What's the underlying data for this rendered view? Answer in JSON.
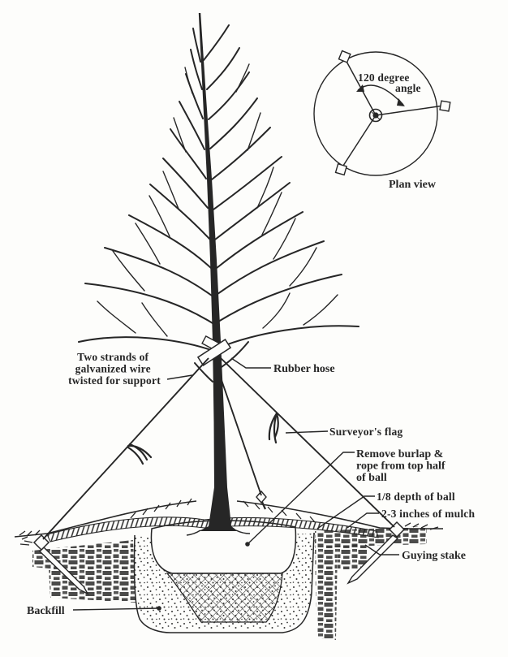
{
  "colors": {
    "paper": "#fdfdfb",
    "ink": "#262626"
  },
  "plan_view": {
    "angle_line1": "120 degree",
    "angle_line2": "angle",
    "caption": "Plan view"
  },
  "labels": {
    "wire_line1": "Two strands of",
    "wire_line2": "galvanized wire",
    "wire_line3": "twisted for support",
    "rubber_hose": "Rubber hose",
    "surveyors_flag": "Surveyor's flag",
    "burlap_line1": "Remove burlap &",
    "burlap_line2": "rope from top half",
    "burlap_line3": "of ball",
    "ball_depth": "1/8 depth of ball",
    "mulch": "2-3 inches of mulch",
    "guying_stake": "Guying stake",
    "backfill": "Backfill"
  }
}
